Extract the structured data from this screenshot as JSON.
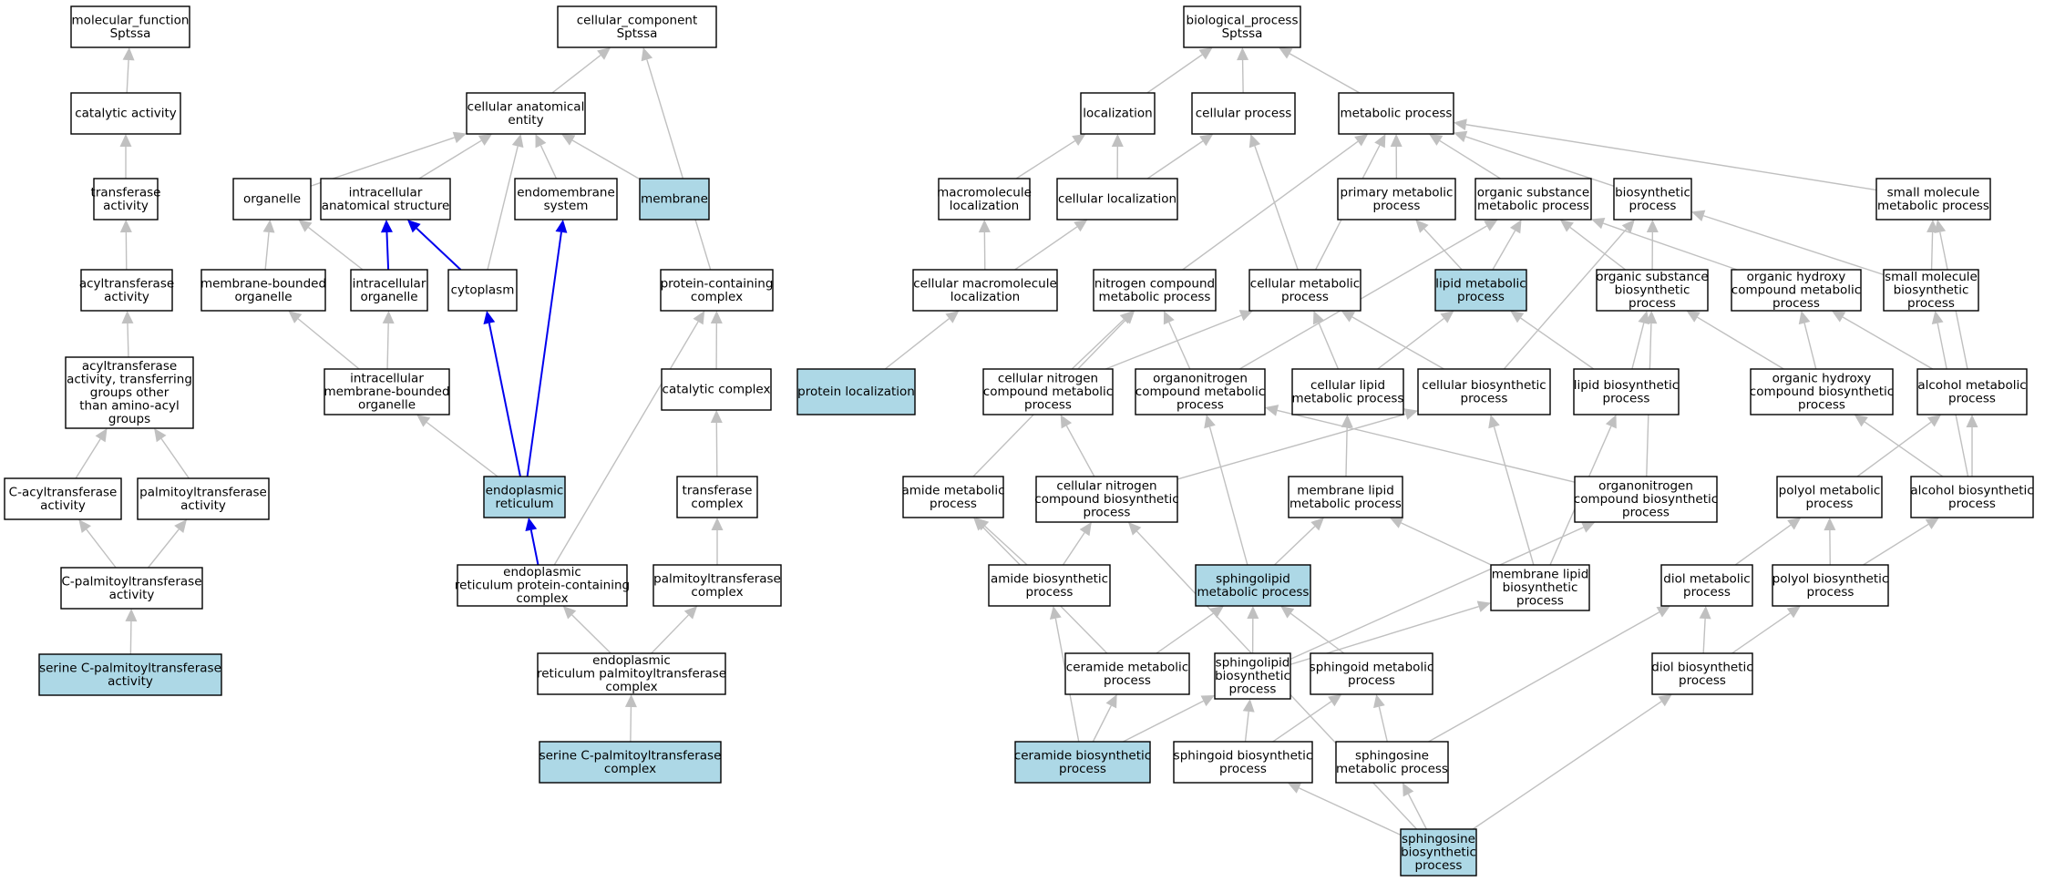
{
  "colors": {
    "highlight_fill": "#add8e6",
    "default_fill": "#ffffff",
    "edge_gray": "#c0c0c0",
    "edge_blue": "#0000ee",
    "border": "#000000"
  },
  "nodes": [
    {
      "id": "mf",
      "lines": [
        "molecular_function",
        "Sptssa"
      ],
      "highlight": false
    },
    {
      "id": "catact",
      "lines": [
        "catalytic activity"
      ],
      "highlight": false
    },
    {
      "id": "transact",
      "lines": [
        "transferase",
        "activity"
      ],
      "highlight": false
    },
    {
      "id": "acylact",
      "lines": [
        "acyltransferase",
        "activity"
      ],
      "highlight": false
    },
    {
      "id": "acylother",
      "lines": [
        "acyltransferase",
        "activity, transferring",
        "groups other",
        "than amino-acyl",
        "groups"
      ],
      "highlight": false
    },
    {
      "id": "cacyl",
      "lines": [
        "C-acyltransferase",
        "activity"
      ],
      "highlight": false
    },
    {
      "id": "palmact",
      "lines": [
        "palmitoyltransferase",
        "activity"
      ],
      "highlight": false
    },
    {
      "id": "cpalmact",
      "lines": [
        "C-palmitoyltransferase",
        "activity"
      ],
      "highlight": false
    },
    {
      "id": "sercpalmact",
      "lines": [
        "serine C-palmitoyltransferase",
        "activity"
      ],
      "highlight": true
    },
    {
      "id": "cc",
      "lines": [
        "cellular_component",
        "Sptssa"
      ],
      "highlight": false
    },
    {
      "id": "cae",
      "lines": [
        "cellular anatomical",
        "entity"
      ],
      "highlight": false
    },
    {
      "id": "organelle",
      "lines": [
        "organelle"
      ],
      "highlight": false
    },
    {
      "id": "ias",
      "lines": [
        "intracellular",
        "anatomical structure"
      ],
      "highlight": false
    },
    {
      "id": "endomem",
      "lines": [
        "endomembrane",
        "system"
      ],
      "highlight": false
    },
    {
      "id": "membrane",
      "lines": [
        "membrane"
      ],
      "highlight": true
    },
    {
      "id": "mbo",
      "lines": [
        "membrane-bounded",
        "organelle"
      ],
      "highlight": false
    },
    {
      "id": "io",
      "lines": [
        "intracellular",
        "organelle"
      ],
      "highlight": false
    },
    {
      "id": "cytoplasm",
      "lines": [
        "cytoplasm"
      ],
      "highlight": false
    },
    {
      "id": "imbo",
      "lines": [
        "intracellular",
        "membrane-bounded",
        "organelle"
      ],
      "highlight": false
    },
    {
      "id": "er",
      "lines": [
        "endoplasmic",
        "reticulum"
      ],
      "highlight": true
    },
    {
      "id": "pcc",
      "lines": [
        "protein-containing",
        "complex"
      ],
      "highlight": false
    },
    {
      "id": "catcomplex",
      "lines": [
        "catalytic complex"
      ],
      "highlight": false
    },
    {
      "id": "transcomplex",
      "lines": [
        "transferase",
        "complex"
      ],
      "highlight": false
    },
    {
      "id": "erpcc",
      "lines": [
        "endoplasmic",
        "reticulum protein-containing",
        "complex"
      ],
      "highlight": false
    },
    {
      "id": "palmcomplex",
      "lines": [
        "palmitoyltransferase",
        "complex"
      ],
      "highlight": false
    },
    {
      "id": "erpalm",
      "lines": [
        "endoplasmic",
        "reticulum palmitoyltransferase",
        "complex"
      ],
      "highlight": false
    },
    {
      "id": "sercpalmcomplex",
      "lines": [
        "serine C-palmitoyltransferase",
        "complex"
      ],
      "highlight": true
    },
    {
      "id": "bp",
      "lines": [
        "biological_process",
        "Sptssa"
      ],
      "highlight": false
    },
    {
      "id": "localization",
      "lines": [
        "localization"
      ],
      "highlight": false
    },
    {
      "id": "cellproc",
      "lines": [
        "cellular process"
      ],
      "highlight": false
    },
    {
      "id": "metproc",
      "lines": [
        "metabolic process"
      ],
      "highlight": false
    },
    {
      "id": "macroloc",
      "lines": [
        "macromolecule",
        "localization"
      ],
      "highlight": false
    },
    {
      "id": "cellloc",
      "lines": [
        "cellular localization"
      ],
      "highlight": false
    },
    {
      "id": "primmet",
      "lines": [
        "primary metabolic",
        "process"
      ],
      "highlight": false
    },
    {
      "id": "orgsubmet",
      "lines": [
        "organic substance",
        "metabolic process"
      ],
      "highlight": false
    },
    {
      "id": "biosyn",
      "lines": [
        "biosynthetic",
        "process"
      ],
      "highlight": false
    },
    {
      "id": "smallmolmet",
      "lines": [
        "small molecule",
        "metabolic process"
      ],
      "highlight": false
    },
    {
      "id": "cellmacroloc",
      "lines": [
        "cellular macromolecule",
        "localization"
      ],
      "highlight": false
    },
    {
      "id": "nitrogenmet",
      "lines": [
        "nitrogen compound",
        "metabolic process"
      ],
      "highlight": false
    },
    {
      "id": "cellmet",
      "lines": [
        "cellular metabolic",
        "process"
      ],
      "highlight": false
    },
    {
      "id": "lipidmet",
      "lines": [
        "lipid metabolic",
        "process"
      ],
      "highlight": true
    },
    {
      "id": "orgsubbiosyn",
      "lines": [
        "organic substance",
        "biosynthetic",
        "process"
      ],
      "highlight": false
    },
    {
      "id": "orghydroxymet",
      "lines": [
        "organic hydroxy",
        "compound metabolic",
        "process"
      ],
      "highlight": false
    },
    {
      "id": "smallmolbiosyn",
      "lines": [
        "small molecule",
        "biosynthetic",
        "process"
      ],
      "highlight": false
    },
    {
      "id": "protloc",
      "lines": [
        "protein localization"
      ],
      "highlight": true
    },
    {
      "id": "cellnitromet",
      "lines": [
        "cellular nitrogen",
        "compound metabolic",
        "process"
      ],
      "highlight": false
    },
    {
      "id": "organonitromet",
      "lines": [
        "organonitrogen",
        "compound metabolic",
        "process"
      ],
      "highlight": false
    },
    {
      "id": "celllipidmet",
      "lines": [
        "cellular lipid",
        "metabolic process"
      ],
      "highlight": false
    },
    {
      "id": "cellbiosyn",
      "lines": [
        "cellular biosynthetic",
        "process"
      ],
      "highlight": false
    },
    {
      "id": "lipidbiosyn",
      "lines": [
        "lipid biosynthetic",
        "process"
      ],
      "highlight": false
    },
    {
      "id": "orghydroxybiosyn",
      "lines": [
        "organic hydroxy",
        "compound biosynthetic",
        "process"
      ],
      "highlight": false
    },
    {
      "id": "alcoholmet",
      "lines": [
        "alcohol metabolic",
        "process"
      ],
      "highlight": false
    },
    {
      "id": "amidemet",
      "lines": [
        "amide metabolic",
        "process"
      ],
      "highlight": false
    },
    {
      "id": "cellnitrobiosyn",
      "lines": [
        "cellular nitrogen",
        "compound biosynthetic",
        "process"
      ],
      "highlight": false
    },
    {
      "id": "memlipidmet",
      "lines": [
        "membrane lipid",
        "metabolic process"
      ],
      "highlight": false
    },
    {
      "id": "organonitrobiosyn",
      "lines": [
        "organonitrogen",
        "compound biosynthetic",
        "process"
      ],
      "highlight": false
    },
    {
      "id": "polyolmet",
      "lines": [
        "polyol metabolic",
        "process"
      ],
      "highlight": false
    },
    {
      "id": "alcoholbiosyn",
      "lines": [
        "alcohol biosynthetic",
        "process"
      ],
      "highlight": false
    },
    {
      "id": "amidebiosyn",
      "lines": [
        "amide biosynthetic",
        "process"
      ],
      "highlight": false
    },
    {
      "id": "sphingolipidmet",
      "lines": [
        "sphingolipid",
        "metabolic process"
      ],
      "highlight": true
    },
    {
      "id": "memlipidbiosyn",
      "lines": [
        "membrane lipid",
        "biosynthetic",
        "process"
      ],
      "highlight": false
    },
    {
      "id": "diolmet",
      "lines": [
        "diol metabolic",
        "process"
      ],
      "highlight": false
    },
    {
      "id": "polyolbiosyn",
      "lines": [
        "polyol biosynthetic",
        "process"
      ],
      "highlight": false
    },
    {
      "id": "ceramidemet",
      "lines": [
        "ceramide metabolic",
        "process"
      ],
      "highlight": false
    },
    {
      "id": "sphingolipidbiosyn",
      "lines": [
        "sphingolipid",
        "biosynthetic",
        "process"
      ],
      "highlight": false
    },
    {
      "id": "sphingoidmet",
      "lines": [
        "sphingoid metabolic",
        "process"
      ],
      "highlight": false
    },
    {
      "id": "diolbiosyn",
      "lines": [
        "diol biosynthetic",
        "process"
      ],
      "highlight": false
    },
    {
      "id": "ceramidebiosyn",
      "lines": [
        "ceramide biosynthetic",
        "process"
      ],
      "highlight": true
    },
    {
      "id": "sphingoidbiosyn",
      "lines": [
        "sphingoid biosynthetic",
        "process"
      ],
      "highlight": false
    },
    {
      "id": "sphingosinemet",
      "lines": [
        "sphingosine",
        "metabolic process"
      ],
      "highlight": false
    },
    {
      "id": "sphingosinebiosyn",
      "lines": [
        "sphingosine",
        "biosynthetic",
        "process"
      ],
      "highlight": true
    }
  ],
  "edges": [
    {
      "from": "catact",
      "to": "mf",
      "style": "gray"
    },
    {
      "from": "transact",
      "to": "catact",
      "style": "gray"
    },
    {
      "from": "acylact",
      "to": "transact",
      "style": "gray"
    },
    {
      "from": "acylother",
      "to": "acylact",
      "style": "gray"
    },
    {
      "from": "cacyl",
      "to": "acylother",
      "style": "gray"
    },
    {
      "from": "palmact",
      "to": "acylother",
      "style": "gray"
    },
    {
      "from": "cpalmact",
      "to": "cacyl",
      "style": "gray"
    },
    {
      "from": "cpalmact",
      "to": "palmact",
      "style": "gray"
    },
    {
      "from": "sercpalmact",
      "to": "cpalmact",
      "style": "gray"
    },
    {
      "from": "cae",
      "to": "cc",
      "style": "gray"
    },
    {
      "from": "pcc",
      "to": "cc",
      "style": "gray"
    },
    {
      "from": "organelle",
      "to": "cae",
      "style": "gray"
    },
    {
      "from": "ias",
      "to": "cae",
      "style": "gray"
    },
    {
      "from": "endomem",
      "to": "cae",
      "style": "gray"
    },
    {
      "from": "membrane",
      "to": "cae",
      "style": "gray"
    },
    {
      "from": "cytoplasm",
      "to": "cae",
      "style": "gray"
    },
    {
      "from": "mbo",
      "to": "organelle",
      "style": "gray"
    },
    {
      "from": "io",
      "to": "organelle",
      "style": "gray"
    },
    {
      "from": "io",
      "to": "ias",
      "style": "blue"
    },
    {
      "from": "cytoplasm",
      "to": "ias",
      "style": "blue"
    },
    {
      "from": "imbo",
      "to": "mbo",
      "style": "gray"
    },
    {
      "from": "imbo",
      "to": "io",
      "style": "gray"
    },
    {
      "from": "er",
      "to": "imbo",
      "style": "gray"
    },
    {
      "from": "er",
      "to": "cytoplasm",
      "style": "blue"
    },
    {
      "from": "er",
      "to": "endomem",
      "style": "blue"
    },
    {
      "from": "erpcc",
      "to": "er",
      "style": "blue"
    },
    {
      "from": "erpcc",
      "to": "pcc",
      "style": "gray"
    },
    {
      "from": "catcomplex",
      "to": "pcc",
      "style": "gray"
    },
    {
      "from": "transcomplex",
      "to": "catcomplex",
      "style": "gray"
    },
    {
      "from": "palmcomplex",
      "to": "transcomplex",
      "style": "gray"
    },
    {
      "from": "erpalm",
      "to": "erpcc",
      "style": "gray"
    },
    {
      "from": "erpalm",
      "to": "palmcomplex",
      "style": "gray"
    },
    {
      "from": "sercpalmcomplex",
      "to": "erpalm",
      "style": "gray"
    },
    {
      "from": "localization",
      "to": "bp",
      "style": "gray"
    },
    {
      "from": "cellproc",
      "to": "bp",
      "style": "gray"
    },
    {
      "from": "metproc",
      "to": "bp",
      "style": "gray"
    },
    {
      "from": "macroloc",
      "to": "localization",
      "style": "gray"
    },
    {
      "from": "cellloc",
      "to": "localization",
      "style": "gray"
    },
    {
      "from": "cellloc",
      "to": "cellproc",
      "style": "gray"
    },
    {
      "from": "cellmacroloc",
      "to": "macroloc",
      "style": "gray"
    },
    {
      "from": "cellmacroloc",
      "to": "cellloc",
      "style": "gray"
    },
    {
      "from": "protloc",
      "to": "cellmacroloc",
      "style": "gray"
    },
    {
      "from": "primmet",
      "to": "metproc",
      "style": "gray"
    },
    {
      "from": "orgsubmet",
      "to": "metproc",
      "style": "gray"
    },
    {
      "from": "biosyn",
      "to": "metproc",
      "style": "gray"
    },
    {
      "from": "smallmolmet",
      "to": "metproc",
      "style": "gray"
    },
    {
      "from": "nitrogenmet",
      "to": "metproc",
      "style": "gray"
    },
    {
      "from": "cellmet",
      "to": "metproc",
      "style": "gray"
    },
    {
      "from": "cellmet",
      "to": "cellproc",
      "style": "gray"
    },
    {
      "from": "lipidmet",
      "to": "primmet",
      "style": "gray"
    },
    {
      "from": "lipidmet",
      "to": "orgsubmet",
      "style": "gray"
    },
    {
      "from": "orgsubbiosyn",
      "to": "orgsubmet",
      "style": "gray"
    },
    {
      "from": "orgsubbiosyn",
      "to": "biosyn",
      "style": "gray"
    },
    {
      "from": "orghydroxymet",
      "to": "orgsubmet",
      "style": "gray"
    },
    {
      "from": "smallmolbiosyn",
      "to": "smallmolmet",
      "style": "gray"
    },
    {
      "from": "smallmolbiosyn",
      "to": "biosyn",
      "style": "gray"
    },
    {
      "from": "cellnitromet",
      "to": "nitrogenmet",
      "style": "gray"
    },
    {
      "from": "cellnitromet",
      "to": "cellmet",
      "style": "gray"
    },
    {
      "from": "organonitromet",
      "to": "nitrogenmet",
      "style": "gray"
    },
    {
      "from": "organonitromet",
      "to": "orgsubmet",
      "style": "gray"
    },
    {
      "from": "celllipidmet",
      "to": "cellmet",
      "style": "gray"
    },
    {
      "from": "celllipidmet",
      "to": "lipidmet",
      "style": "gray"
    },
    {
      "from": "cellbiosyn",
      "to": "cellmet",
      "style": "gray"
    },
    {
      "from": "cellbiosyn",
      "to": "biosyn",
      "style": "gray"
    },
    {
      "from": "lipidbiosyn",
      "to": "lipidmet",
      "style": "gray"
    },
    {
      "from": "lipidbiosyn",
      "to": "orgsubbiosyn",
      "style": "gray"
    },
    {
      "from": "orghydroxybiosyn",
      "to": "orghydroxymet",
      "style": "gray"
    },
    {
      "from": "orghydroxybiosyn",
      "to": "orgsubbiosyn",
      "style": "gray"
    },
    {
      "from": "alcoholmet",
      "to": "orghydroxymet",
      "style": "gray"
    },
    {
      "from": "alcoholmet",
      "to": "smallmolmet",
      "style": "gray"
    },
    {
      "from": "amidemet",
      "to": "nitrogenmet",
      "style": "gray"
    },
    {
      "from": "cellnitrobiosyn",
      "to": "cellnitromet",
      "style": "gray"
    },
    {
      "from": "cellnitrobiosyn",
      "to": "cellbiosyn",
      "style": "gray"
    },
    {
      "from": "memlipidmet",
      "to": "celllipidmet",
      "style": "gray"
    },
    {
      "from": "organonitrobiosyn",
      "to": "organonitromet",
      "style": "gray"
    },
    {
      "from": "organonitrobiosyn",
      "to": "orgsubbiosyn",
      "style": "gray"
    },
    {
      "from": "polyolmet",
      "to": "alcoholmet",
      "style": "gray"
    },
    {
      "from": "alcoholbiosyn",
      "to": "alcoholmet",
      "style": "gray"
    },
    {
      "from": "alcoholbiosyn",
      "to": "orghydroxybiosyn",
      "style": "gray"
    },
    {
      "from": "alcoholbiosyn",
      "to": "smallmolbiosyn",
      "style": "gray"
    },
    {
      "from": "amidebiosyn",
      "to": "amidemet",
      "style": "gray"
    },
    {
      "from": "amidebiosyn",
      "to": "cellnitrobiosyn",
      "style": "gray"
    },
    {
      "from": "sphingolipidmet",
      "to": "memlipidmet",
      "style": "gray"
    },
    {
      "from": "memlipidbiosyn",
      "to": "memlipidmet",
      "style": "gray"
    },
    {
      "from": "memlipidbiosyn",
      "to": "cellbiosyn",
      "style": "gray"
    },
    {
      "from": "memlipidbiosyn",
      "to": "lipidbiosyn",
      "style": "gray"
    },
    {
      "from": "diolmet",
      "to": "polyolmet",
      "style": "gray"
    },
    {
      "from": "polyolbiosyn",
      "to": "polyolmet",
      "style": "gray"
    },
    {
      "from": "polyolbiosyn",
      "to": "alcoholbiosyn",
      "style": "gray"
    },
    {
      "from": "ceramidemet",
      "to": "sphingolipidmet",
      "style": "gray"
    },
    {
      "from": "ceramidemet",
      "to": "amidemet",
      "style": "gray"
    },
    {
      "from": "sphingolipidbiosyn",
      "to": "sphingolipidmet",
      "style": "gray"
    },
    {
      "from": "sphingolipidbiosyn",
      "to": "memlipidbiosyn",
      "style": "gray"
    },
    {
      "from": "sphingolipidbiosyn",
      "to": "organonitrobiosyn",
      "style": "gray"
    },
    {
      "from": "sphingoidmet",
      "to": "sphingolipidmet",
      "style": "gray"
    },
    {
      "from": "sphingolipidmet",
      "to": "organonitromet",
      "style": "gray"
    },
    {
      "from": "diolbiosyn",
      "to": "diolmet",
      "style": "gray"
    },
    {
      "from": "diolbiosyn",
      "to": "polyolbiosyn",
      "style": "gray"
    },
    {
      "from": "ceramidebiosyn",
      "to": "ceramidemet",
      "style": "gray"
    },
    {
      "from": "ceramidebiosyn",
      "to": "sphingolipidbiosyn",
      "style": "gray"
    },
    {
      "from": "ceramidebiosyn",
      "to": "amidebiosyn",
      "style": "gray"
    },
    {
      "from": "sphingoidbiosyn",
      "to": "sphingoidmet",
      "style": "gray"
    },
    {
      "from": "sphingoidbiosyn",
      "to": "sphingolipidbiosyn",
      "style": "gray"
    },
    {
      "from": "sphingosinemet",
      "to": "sphingoidmet",
      "style": "gray"
    },
    {
      "from": "sphingosinemet",
      "to": "diolmet",
      "style": "gray"
    },
    {
      "from": "sphingosinebiosyn",
      "to": "sphingosinemet",
      "style": "gray"
    },
    {
      "from": "sphingosinebiosyn",
      "to": "sphingoidbiosyn",
      "style": "gray"
    },
    {
      "from": "sphingosinebiosyn",
      "to": "diolbiosyn",
      "style": "gray"
    },
    {
      "from": "sphingosinebiosyn",
      "to": "cellnitrobiosyn",
      "style": "gray"
    }
  ]
}
